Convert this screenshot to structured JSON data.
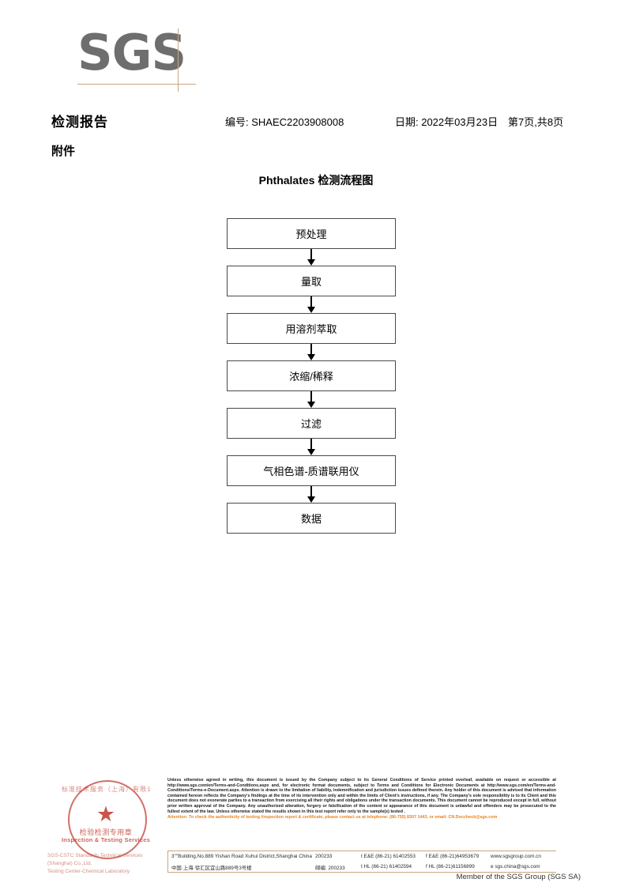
{
  "logo": {
    "text": "SGS",
    "rule_color": "#c9a57c",
    "text_color": "#6e6e6e"
  },
  "header": {
    "report_title": "检测报告",
    "report_no": "编号: SHAEC2203908008",
    "date": "日期: 2022年03月23日",
    "page": "第7页,共8页",
    "attachment_label": "附件"
  },
  "flowchart": {
    "title": "Phthalates 检测流程图",
    "nodes": [
      {
        "label": "预处理"
      },
      {
        "label": "量取"
      },
      {
        "label": "用溶剂萃取"
      },
      {
        "label": "浓缩/稀释"
      },
      {
        "label": "过滤"
      },
      {
        "label": "气相色谱-质谱联用仪"
      },
      {
        "label": "数据"
      }
    ]
  },
  "stamp": {
    "arc_text": "标准技术服务（上海）有限公",
    "chinese": "检验检测专用章",
    "english": "Inspection & Testing Services",
    "star_glyph": "★",
    "company_line1": "SGS-CSTC Standards Technical Services (Shanghai) Co.,Ltd.",
    "company_line2": "Testing Center-Chemical Laboratory",
    "color": "#c0392b"
  },
  "footer": {
    "legal_text": "Unless otherwise agreed in writing, this document is issued by the Company subject to its General Conditions of Service printed overleaf, available on request or accessible at http://www.sgs.com/en/Terms-and-Conditions.aspx and, for electronic format documents, subject to Terms and Conditions for Electronic Documents at http://www.sgs.com/en/Terms-and-Conditions/Terms-e-Document.aspx. Attention is drawn to the limitation of liability, indemnification and jurisdiction issues defined therein. Any holder of this document is advised that information contained hereon reflects the Company's findings at the time of its intervention only and within the limits of Client's instructions, if any. The Company's sole responsibility is to its Client and this document does not exonerate parties to a transaction from exercising all their rights and obligations under the transaction documents. This document cannot be reproduced except in full, without prior written approval of the Company. Any unauthorized alteration, forgery or falsification of the content or appearance of this document is unlawful and offenders may be prosecuted to the fullest extent of the law. Unless otherwise stated the results shown in this test report refer only to the sample(s) tested .",
    "attention_text": "Attention: To check the authenticity of testing /inspection report & certificate, please contact us at telephone: (86-755) 8307 1443, or email: CN.Doccheck@sgs.com",
    "attention_color": "#e8821e",
    "address_en": "3\"\"Building,No.889 Yishan Road Xuhui District,Shanghai China",
    "address_cn": "中国·上海·徐汇区宜山路889号3号楼",
    "zip_en": "200233",
    "zip_cn": "邮编: 200233",
    "tel_row1_a": "t E&E (86-21) 61402553",
    "tel_row1_b": "f E&E (86-21)64953679",
    "tel_row2_a": "t HL (86-21) 61402594",
    "tel_row2_b": "f HL (86-21)61156899",
    "web": "www.sgsgroup.com.cn",
    "email": "e  sgs.china@sgs.com",
    "member_text": "Member of the SGS Group (SGS SA)",
    "rule_color": "#c9a57c"
  }
}
